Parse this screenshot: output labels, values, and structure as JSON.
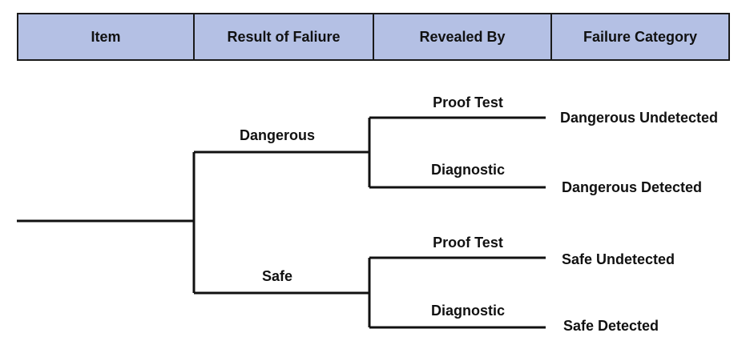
{
  "header": {
    "columns": [
      "Item",
      "Result of Faliure",
      "Revealed By",
      "Failure Category"
    ]
  },
  "tree": {
    "results": [
      {
        "label": "Dangerous",
        "branches": [
          {
            "revealed_by": "Proof Test",
            "category": "Dangerous Undetected"
          },
          {
            "revealed_by": "Diagnostic",
            "category": "Dangerous Detected"
          }
        ]
      },
      {
        "label": "Safe",
        "branches": [
          {
            "revealed_by": "Proof Test",
            "category": "Safe Undetected"
          },
          {
            "revealed_by": "Diagnostic",
            "category": "Safe Detected"
          }
        ]
      }
    ],
    "colors": {
      "line": "#111111",
      "header_fill": "#b4c0e4"
    }
  }
}
